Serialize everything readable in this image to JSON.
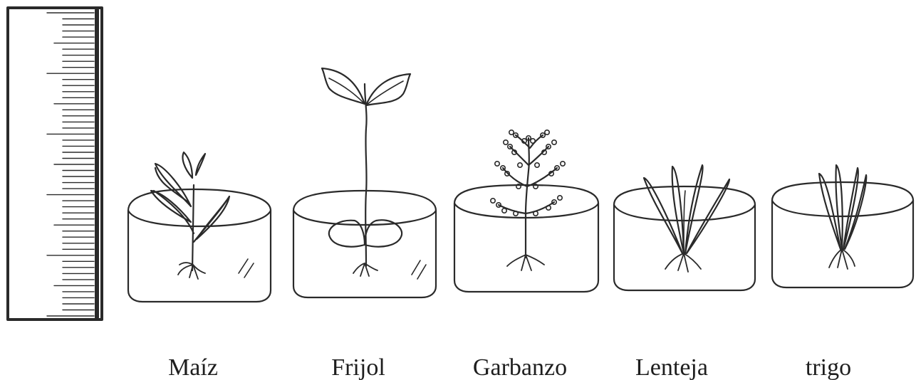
{
  "figure": {
    "ink_color": "#2a2a2a",
    "background": "#ffffff",
    "ruler": {
      "icon": "ruler-icon",
      "tick_count": 50
    },
    "plants": [
      {
        "id": "maiz",
        "label": "Maíz",
        "icon": "corn-seedling-icon"
      },
      {
        "id": "frijol",
        "label": "Frijol",
        "icon": "bean-seedling-icon"
      },
      {
        "id": "garbanzo",
        "label": "Garbanzo",
        "icon": "chickpea-seedling-icon"
      },
      {
        "id": "lenteja",
        "label": "Lenteja",
        "icon": "lentil-seedling-icon"
      },
      {
        "id": "trigo",
        "label": "trigo",
        "icon": "wheat-seedling-icon"
      }
    ]
  }
}
